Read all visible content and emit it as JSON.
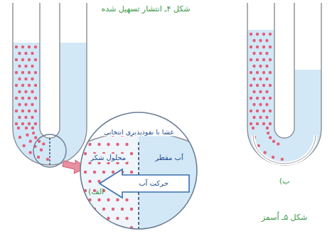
{
  "diagram": {
    "caption": "شکل ۵ـ اُسمز",
    "labels": [
      "شکل ۴ـ انتشار تسهیل شده",
      "غشا با نفوذپذیری انتخابی",
      "محلول شکر",
      "آب مقطر",
      "حرکت آب",
      "الف)",
      "ب)"
    ]
  }
}
